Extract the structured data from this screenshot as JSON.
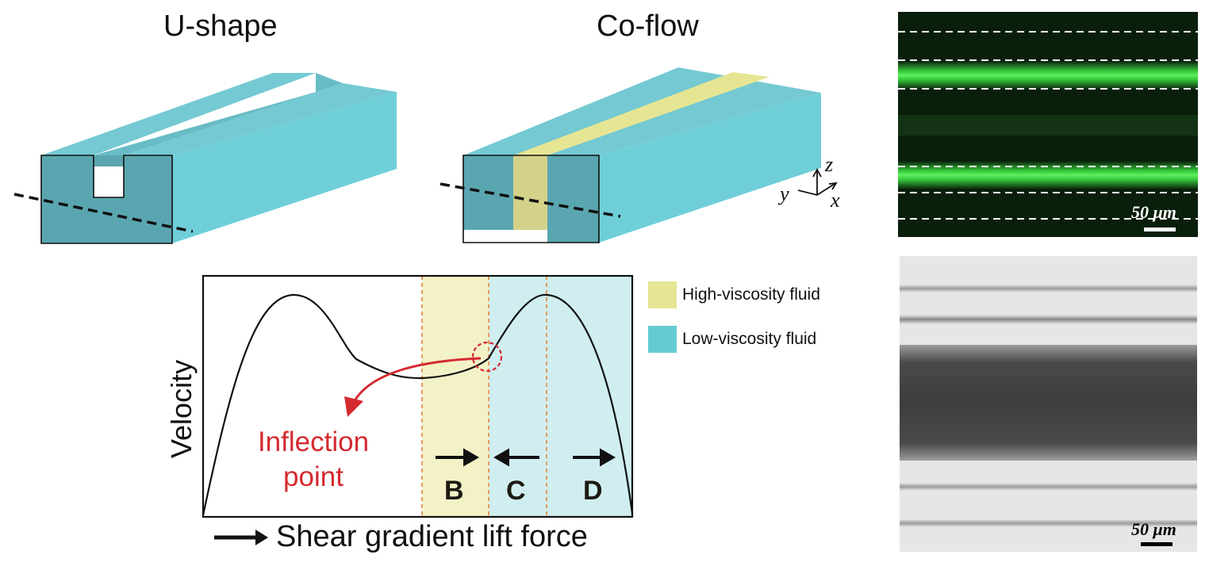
{
  "titles": {
    "u_shape": "U-shape",
    "co_flow": "Co-flow"
  },
  "axes": {
    "coords": {
      "x": "x",
      "y": "y",
      "z": "z"
    }
  },
  "plot": {
    "ylabel": "Velocity",
    "regions": [
      "B",
      "C",
      "D"
    ],
    "inflection_label_line1": "Inflection",
    "inflection_label_line2": "point"
  },
  "legend": {
    "items": [
      {
        "label": "High-viscosity fluid",
        "color": "#e6e594"
      },
      {
        "label": "Low-viscosity fluid",
        "color": "#63ccd2"
      }
    ]
  },
  "footer": {
    "arrow_caption": "Shear gradient lift force"
  },
  "micrographs": {
    "fluorescence": {
      "scale_text": "50 μm",
      "scale_color": "#ffffff"
    },
    "brightfield": {
      "scale_text": "50 μm",
      "scale_color": "#000000"
    }
  },
  "colors": {
    "channel_top": "#74c9d2",
    "channel_front": "#5aa6b0",
    "channel_side": "#6fcfd8",
    "high_viscosity": "#e6e594",
    "low_viscosity": "#63ccd2",
    "inflection_red": "#d42a30",
    "dashed_orange": "#e8924a"
  }
}
